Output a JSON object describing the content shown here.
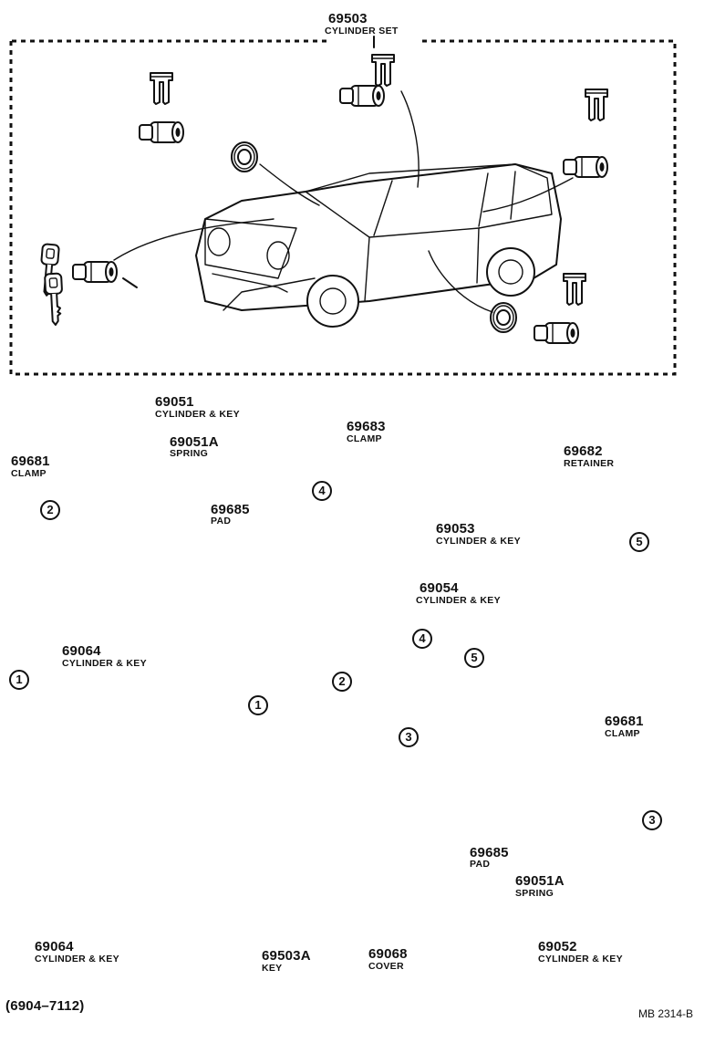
{
  "parts": {
    "cylinder_set": {
      "number": "69503",
      "name": "CYLINDER SET"
    },
    "cylinder_key_69051": {
      "number": "69051",
      "name": "CYLINDER & KEY"
    },
    "spring_a": {
      "number": "69051A",
      "name": "SPRING"
    },
    "pad_a": {
      "number": "69685",
      "name": "PAD"
    },
    "clamp_a": {
      "number": "69681",
      "name": "CLAMP"
    },
    "clamp_69683": {
      "number": "69683",
      "name": "CLAMP"
    },
    "cylinder_key_69053": {
      "number": "69053",
      "name": "CYLINDER & KEY"
    },
    "retainer_69682": {
      "number": "69682",
      "name": "RETAINER"
    },
    "cylinder_key_69054": {
      "number": "69054",
      "name": "CYLINDER & KEY"
    },
    "cylinder_key_69064_top": {
      "number": "69064",
      "name": "CYLINDER & KEY"
    },
    "cylinder_key_69064_inset": {
      "number": "69064",
      "name": "CYLINDER & KEY"
    },
    "clamp_b": {
      "number": "69681",
      "name": "CLAMP"
    },
    "pad_b": {
      "number": "69685",
      "name": "PAD"
    },
    "spring_b": {
      "number": "69051A",
      "name": "SPRING"
    },
    "cylinder_key_69052": {
      "number": "69052",
      "name": "CYLINDER & KEY"
    },
    "key_69503a": {
      "number": "69503A",
      "name": "KEY"
    },
    "cover_69068": {
      "number": "69068",
      "name": "COVER"
    }
  },
  "callouts": {
    "c1": "1",
    "c2": "2",
    "c3": "3",
    "c4": "4",
    "c5": "5"
  },
  "inset_note": "(6904–7112)",
  "drawing_code": "MB 2314-B"
}
